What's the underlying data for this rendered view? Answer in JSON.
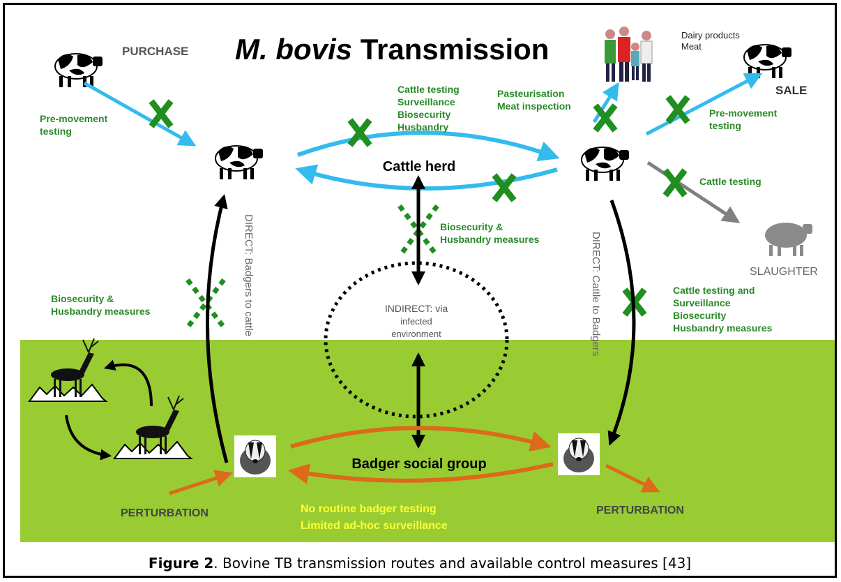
{
  "title": {
    "italic": "M. bovis",
    "rest": " Transmission"
  },
  "labels": {
    "purchase": "PURCHASE",
    "sale": "SALE",
    "slaughter": "SLAUGHTER",
    "dairy_line1": "Dairy products",
    "dairy_line2": "Meat",
    "cattle_herd": "Cattle herd",
    "badger_group": "Badger social group",
    "perturbation_left": "PERTURBATION",
    "perturbation_right": "PERTURBATION",
    "indirect_line1": "INDIRECT: via",
    "indirect_line2": "infected",
    "indirect_line3": "environment",
    "direct_left": "DIRECT: Badgers to cattle",
    "direct_right": "DIRECT: Cattle to Badgers"
  },
  "controls": {
    "premovement_left": [
      "Pre-movement",
      "testing"
    ],
    "herd_top": [
      "Cattle testing",
      "Surveillance",
      "Biosecurity",
      "Husbandry"
    ],
    "pasteurisation": [
      "Pasteurisation",
      "Meat inspection"
    ],
    "premovement_right": [
      "Pre-movement",
      "testing"
    ],
    "cattle_testing": "Cattle testing",
    "biosecurity_center": [
      "Biosecurity &",
      "Husbandry measures"
    ],
    "biosecurity_left": [
      "Biosecurity &",
      "Husbandry measures"
    ],
    "cattle_testing_surv": [
      "Cattle testing and",
      "Surveillance",
      "Biosecurity",
      "Husbandry measures"
    ]
  },
  "badger_notes": [
    "No routine badger testing",
    "Limited ad-hoc surveillance"
  ],
  "caption": {
    "label": "Figure 2",
    "text": ". Bovine TB transmission routes and available control measures [43]"
  },
  "colors": {
    "green_field": "#99cc33",
    "control_green": "#2a8a2a",
    "x_green": "#1f8f1f",
    "cattle_arrow": "#33bbee",
    "badger_arrow": "#dd6a1a",
    "slaughter_grey": "#808080",
    "note_yellow": "#ffff33"
  }
}
